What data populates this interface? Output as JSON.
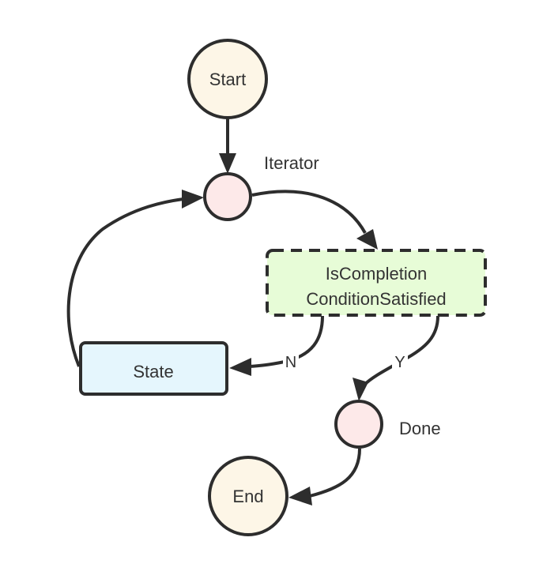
{
  "diagram": {
    "type": "flowchart",
    "colors": {
      "terminal_fill": "#fdf6e7",
      "junction_fill": "#fde9e9",
      "decision_fill": "#e7fcd7",
      "state_fill": "#e5f6fd",
      "stroke": "#2d2d2d",
      "text": "#333333"
    },
    "nodes": {
      "start": {
        "label": "Start",
        "shape": "circle"
      },
      "iterator": {
        "label": "Iterator",
        "shape": "small-circle"
      },
      "decision": {
        "label_line1": "IsCompletion",
        "label_line2": "ConditionSatisfied",
        "shape": "dashed-rounded-rect"
      },
      "state": {
        "label": "State",
        "shape": "rounded-rect"
      },
      "done": {
        "label": "Done",
        "shape": "small-circle"
      },
      "end": {
        "label": "End",
        "shape": "circle"
      }
    },
    "edges": [
      {
        "from": "Start",
        "to": "Iterator",
        "label": ""
      },
      {
        "from": "Iterator",
        "to": "IsCompletionConditionSatisfied",
        "label": ""
      },
      {
        "from": "IsCompletionConditionSatisfied",
        "to": "State",
        "label": "N"
      },
      {
        "from": "IsCompletionConditionSatisfied",
        "to": "Done",
        "label": "Y"
      },
      {
        "from": "State",
        "to": "Iterator",
        "label": ""
      },
      {
        "from": "Done",
        "to": "End",
        "label": ""
      }
    ]
  }
}
